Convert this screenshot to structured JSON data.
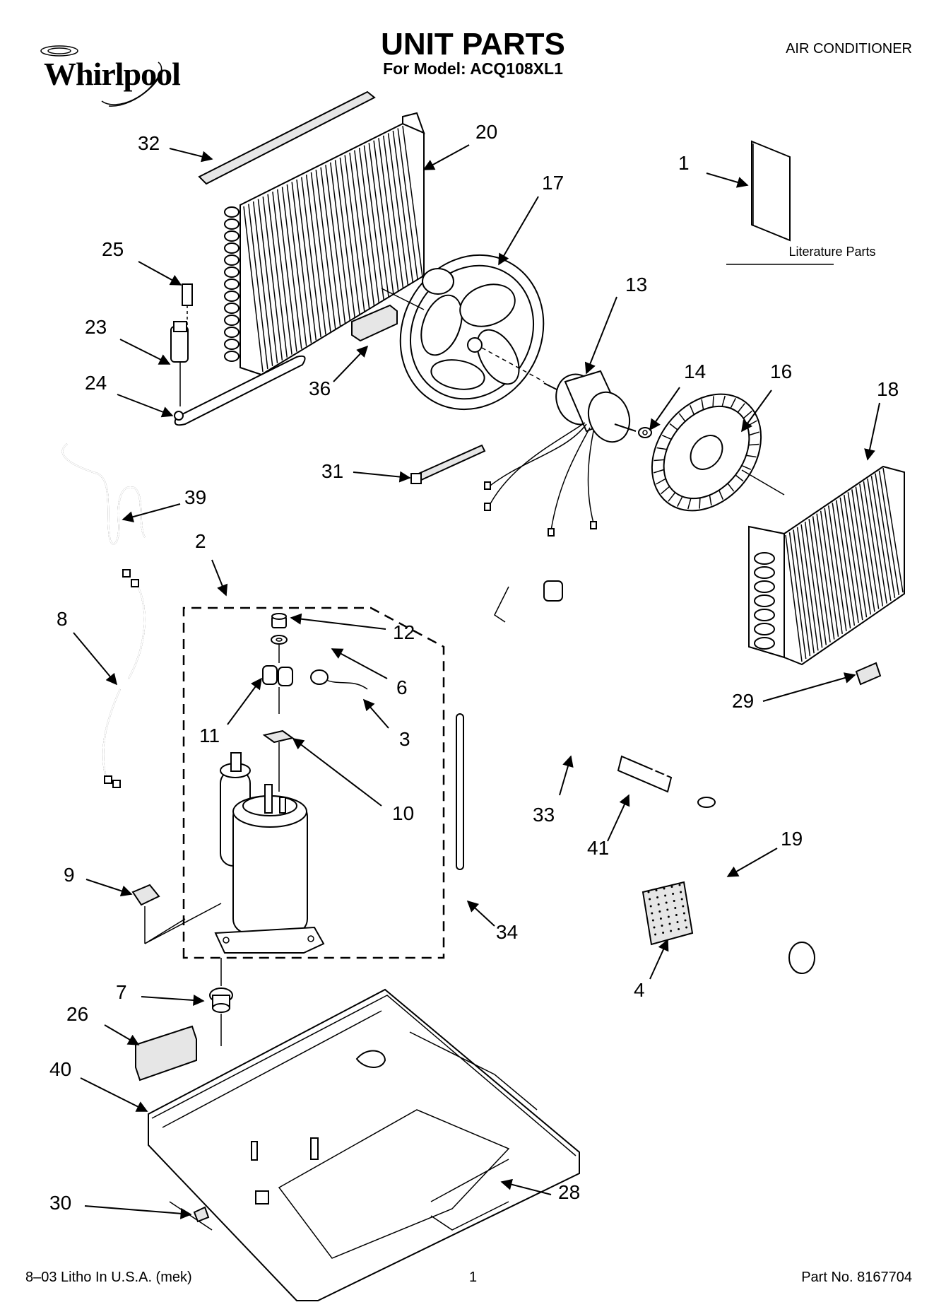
{
  "header": {
    "brand": "Whirlpool",
    "title": "UNIT PARTS",
    "model_line": "For Model: ACQ108XL1",
    "category": "AIR CONDITIONER"
  },
  "footer": {
    "left": "8–03 Litho In U.S.A. (mek)",
    "page": "1",
    "part_number": "Part No. 8167704"
  },
  "literature_label": "Literature Parts",
  "callouts": {
    "c1": "1",
    "c2": "2",
    "c3": "3",
    "c4": "4",
    "c6": "6",
    "c7": "7",
    "c8": "8",
    "c9": "9",
    "c10": "10",
    "c11": "11",
    "c12": "12",
    "c13": "13",
    "c14": "14",
    "c16": "16",
    "c17": "17",
    "c18": "18",
    "c19": "19",
    "c20": "20",
    "c23": "23",
    "c24": "24",
    "c25": "25",
    "c26": "26",
    "c28": "28",
    "c29": "29",
    "c30": "30",
    "c31": "31",
    "c32": "32",
    "c33": "33",
    "c34": "34",
    "c36": "36",
    "c39": "39",
    "c40": "40",
    "c41": "41"
  }
}
